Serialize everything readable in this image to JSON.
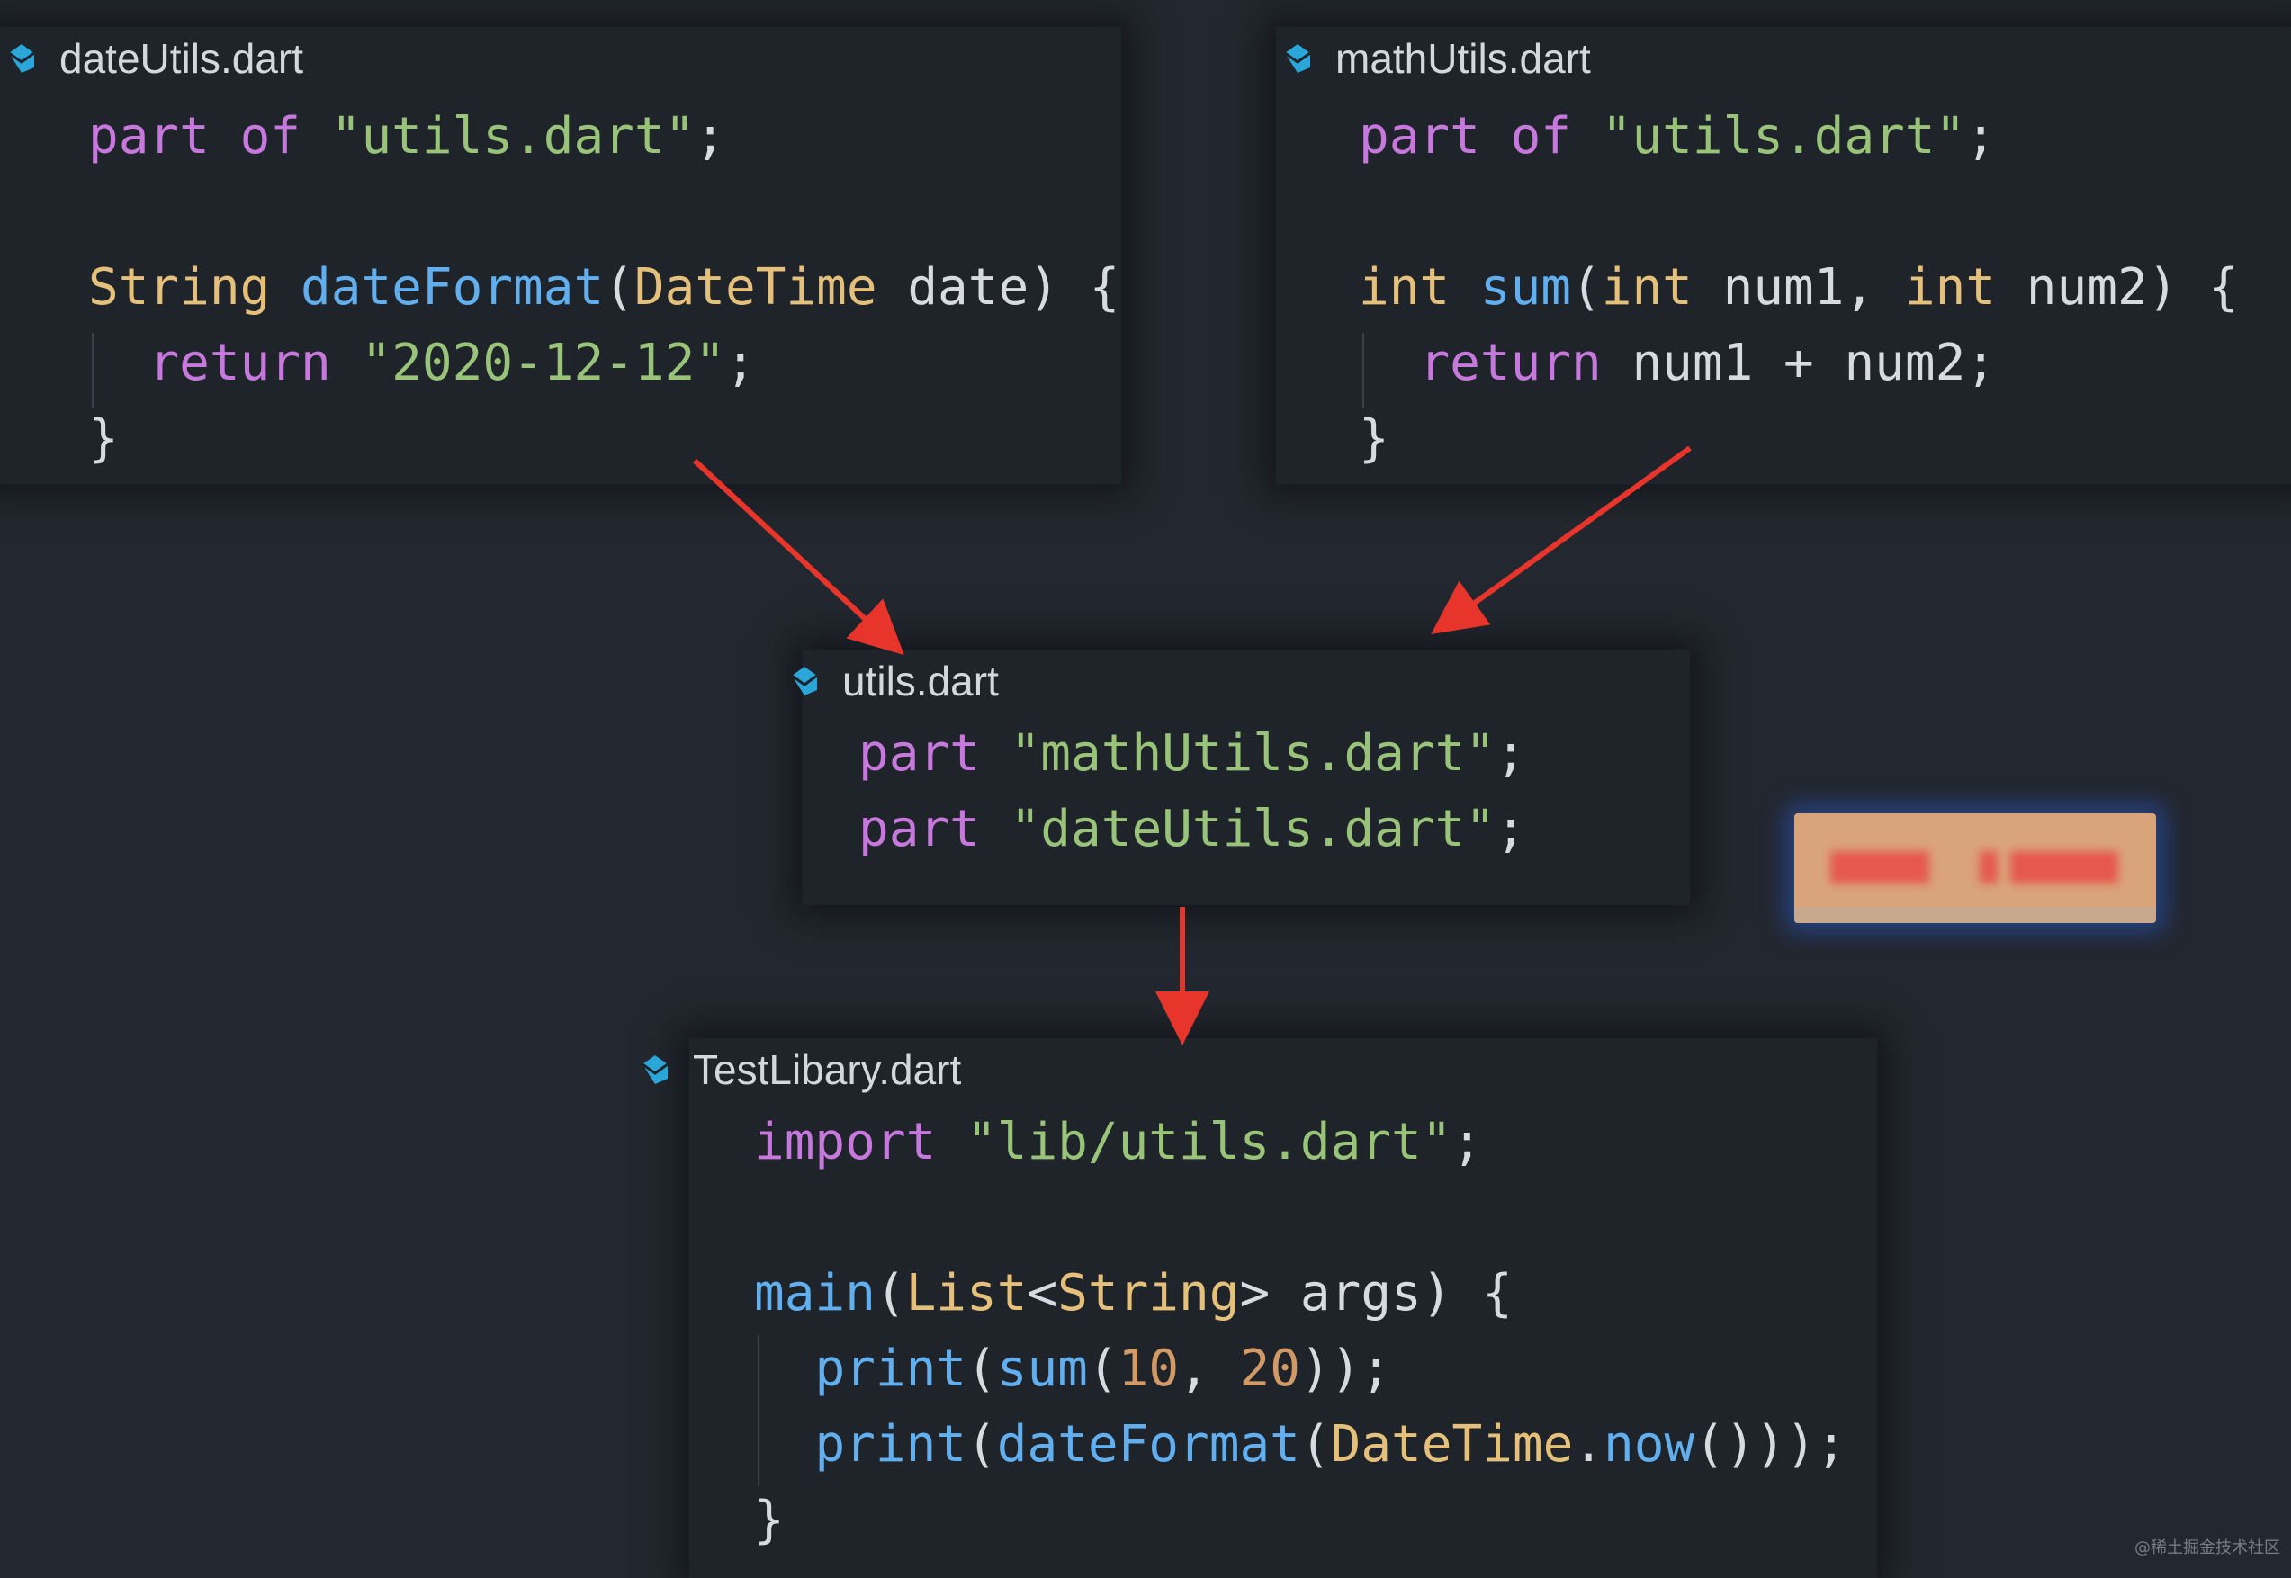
{
  "colors": {
    "background": "#23272f",
    "panel": "#1f232a",
    "keyword": "#c678dd",
    "string": "#98c379",
    "type": "#e5c07b",
    "function": "#61afef",
    "number": "#d19a66",
    "punctuation": "#d7dae0",
    "arrow": "#e8352b"
  },
  "panels": {
    "dateUtils": {
      "title": "dateUtils.dart",
      "icon": "dart-icon",
      "lines": [
        [
          [
            "kw",
            "part"
          ],
          [
            "pun",
            " "
          ],
          [
            "kw",
            "of"
          ],
          [
            "pun",
            " "
          ],
          [
            "str",
            "\"utils.dart\""
          ],
          [
            "pun",
            ";"
          ]
        ],
        [],
        [
          [
            "typ",
            "String"
          ],
          [
            "pun",
            " "
          ],
          [
            "fn",
            "dateFormat"
          ],
          [
            "pun",
            "("
          ],
          [
            "typ",
            "DateTime"
          ],
          [
            "pun",
            " date) {"
          ]
        ],
        [
          [
            "pun",
            "  "
          ],
          [
            "kw",
            "return"
          ],
          [
            "pun",
            " "
          ],
          [
            "str",
            "\"2020-12-12\""
          ],
          [
            "pun",
            ";"
          ]
        ],
        [
          [
            "pun",
            "}"
          ]
        ]
      ]
    },
    "mathUtils": {
      "title": "mathUtils.dart",
      "icon": "dart-icon",
      "lines": [
        [
          [
            "kw",
            "part"
          ],
          [
            "pun",
            " "
          ],
          [
            "kw",
            "of"
          ],
          [
            "pun",
            " "
          ],
          [
            "str",
            "\"utils.dart\""
          ],
          [
            "pun",
            ";"
          ]
        ],
        [],
        [
          [
            "typ",
            "int"
          ],
          [
            "pun",
            " "
          ],
          [
            "fn",
            "sum"
          ],
          [
            "pun",
            "("
          ],
          [
            "typ",
            "int"
          ],
          [
            "pun",
            " num1, "
          ],
          [
            "typ",
            "int"
          ],
          [
            "pun",
            " num2) {"
          ]
        ],
        [
          [
            "pun",
            "  "
          ],
          [
            "kw",
            "return"
          ],
          [
            "pun",
            " num1 + num2;"
          ]
        ],
        [
          [
            "pun",
            "}"
          ]
        ]
      ]
    },
    "utils": {
      "title": "utils.dart",
      "icon": "dart-icon",
      "lines": [
        [
          [
            "kw",
            "part"
          ],
          [
            "pun",
            " "
          ],
          [
            "str",
            "\"mathUtils.dart\""
          ],
          [
            "pun",
            ";"
          ]
        ],
        [
          [
            "kw",
            "part"
          ],
          [
            "pun",
            " "
          ],
          [
            "str",
            "\"dateUtils.dart\""
          ],
          [
            "pun",
            ";"
          ]
        ]
      ]
    },
    "testLibary": {
      "title": "TestLibary.dart",
      "icon": "dart-icon",
      "lines": [
        [
          [
            "kw",
            "import"
          ],
          [
            "pun",
            " "
          ],
          [
            "str",
            "\"lib/utils.dart\""
          ],
          [
            "pun",
            ";"
          ]
        ],
        [],
        [
          [
            "fn",
            "main"
          ],
          [
            "pun",
            "("
          ],
          [
            "typ",
            "List"
          ],
          [
            "pun",
            "<"
          ],
          [
            "typ",
            "String"
          ],
          [
            "pun",
            "> args) {"
          ]
        ],
        [
          [
            "pun",
            "  "
          ],
          [
            "fn",
            "print"
          ],
          [
            "pun",
            "("
          ],
          [
            "fn",
            "sum"
          ],
          [
            "pun",
            "("
          ],
          [
            "num",
            "10"
          ],
          [
            "pun",
            ", "
          ],
          [
            "num",
            "20"
          ],
          [
            "pun",
            "));"
          ]
        ],
        [
          [
            "pun",
            "  "
          ],
          [
            "fn",
            "print"
          ],
          [
            "pun",
            "("
          ],
          [
            "fn",
            "dateFormat"
          ],
          [
            "pun",
            "("
          ],
          [
            "typ",
            "DateTime"
          ],
          [
            "pun",
            "."
          ],
          [
            "fn",
            "now"
          ],
          [
            "pun",
            "()));"
          ]
        ],
        [
          [
            "pun",
            "}"
          ]
        ]
      ]
    }
  },
  "watermark": "@稀土掘金技术社区"
}
